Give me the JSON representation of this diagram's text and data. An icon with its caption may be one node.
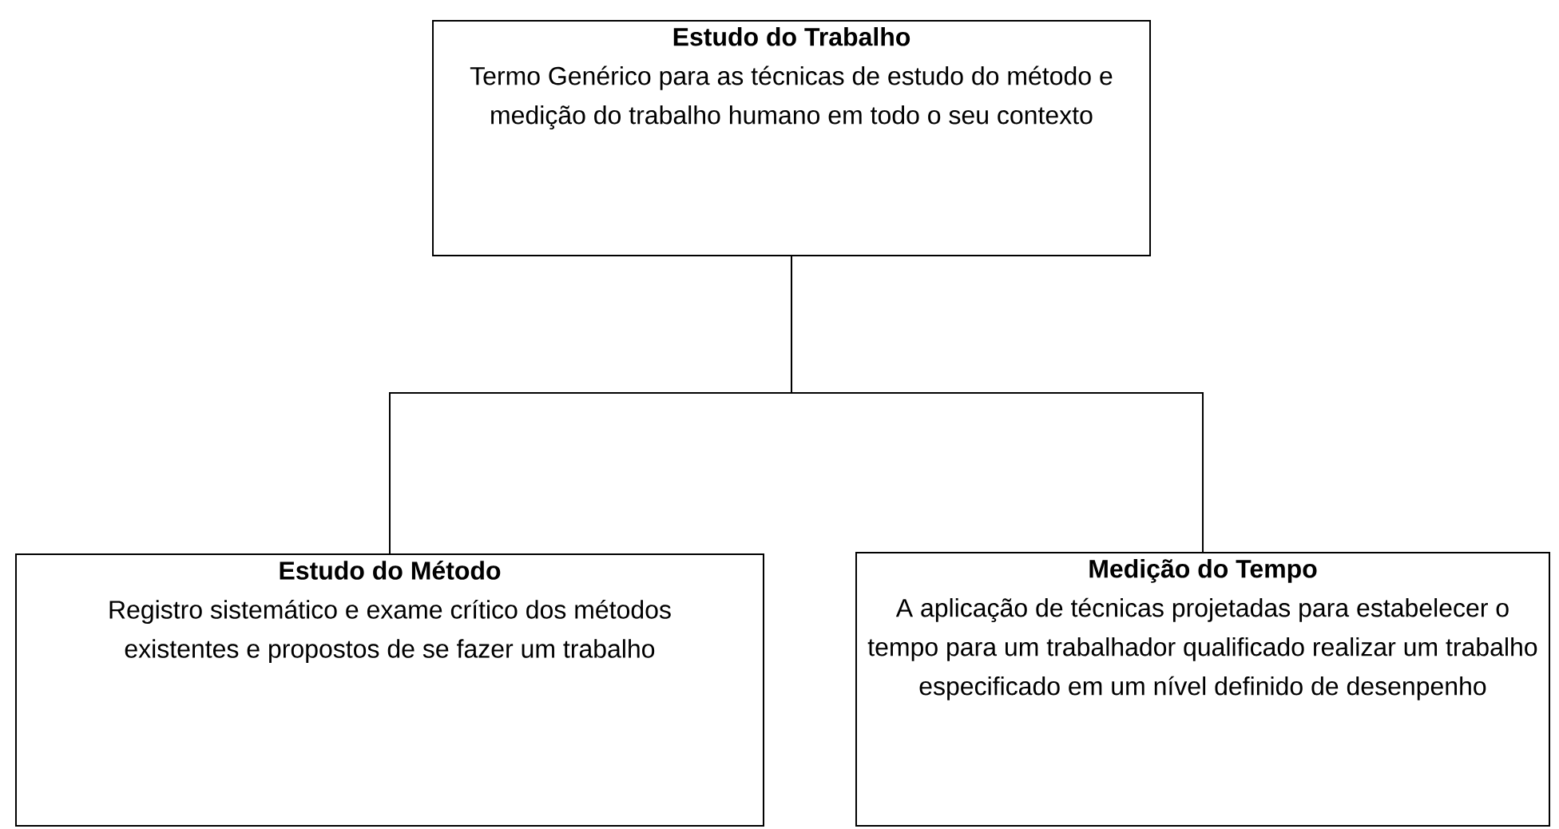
{
  "diagram": {
    "nodes": [
      {
        "text": [
          "Estudo do Trabalho",
          "Termo Genérico para as técnicas de estudo do método e medição do trabalho humano em todo o seu contexto"
        ]
      },
      {
        "text": [
          "Estudo do Método",
          "Registro sistemático e exame crítico dos métodos existentes e propostos de se fazer um trabalho"
        ]
      },
      {
        "text": [
          "Medição do Tempo",
          "A aplicação de técnicas projetadas para estabelecer o tempo para um trabalhador qualificado realizar um trabalho especificado em um nível definido de desenpenho"
        ]
      }
    ],
    "edges": [
      {
        "from": 0,
        "to": 1,
        "arrow": "none"
      },
      {
        "from": 0,
        "to": 2,
        "arrow": "none"
      }
    ]
  }
}
